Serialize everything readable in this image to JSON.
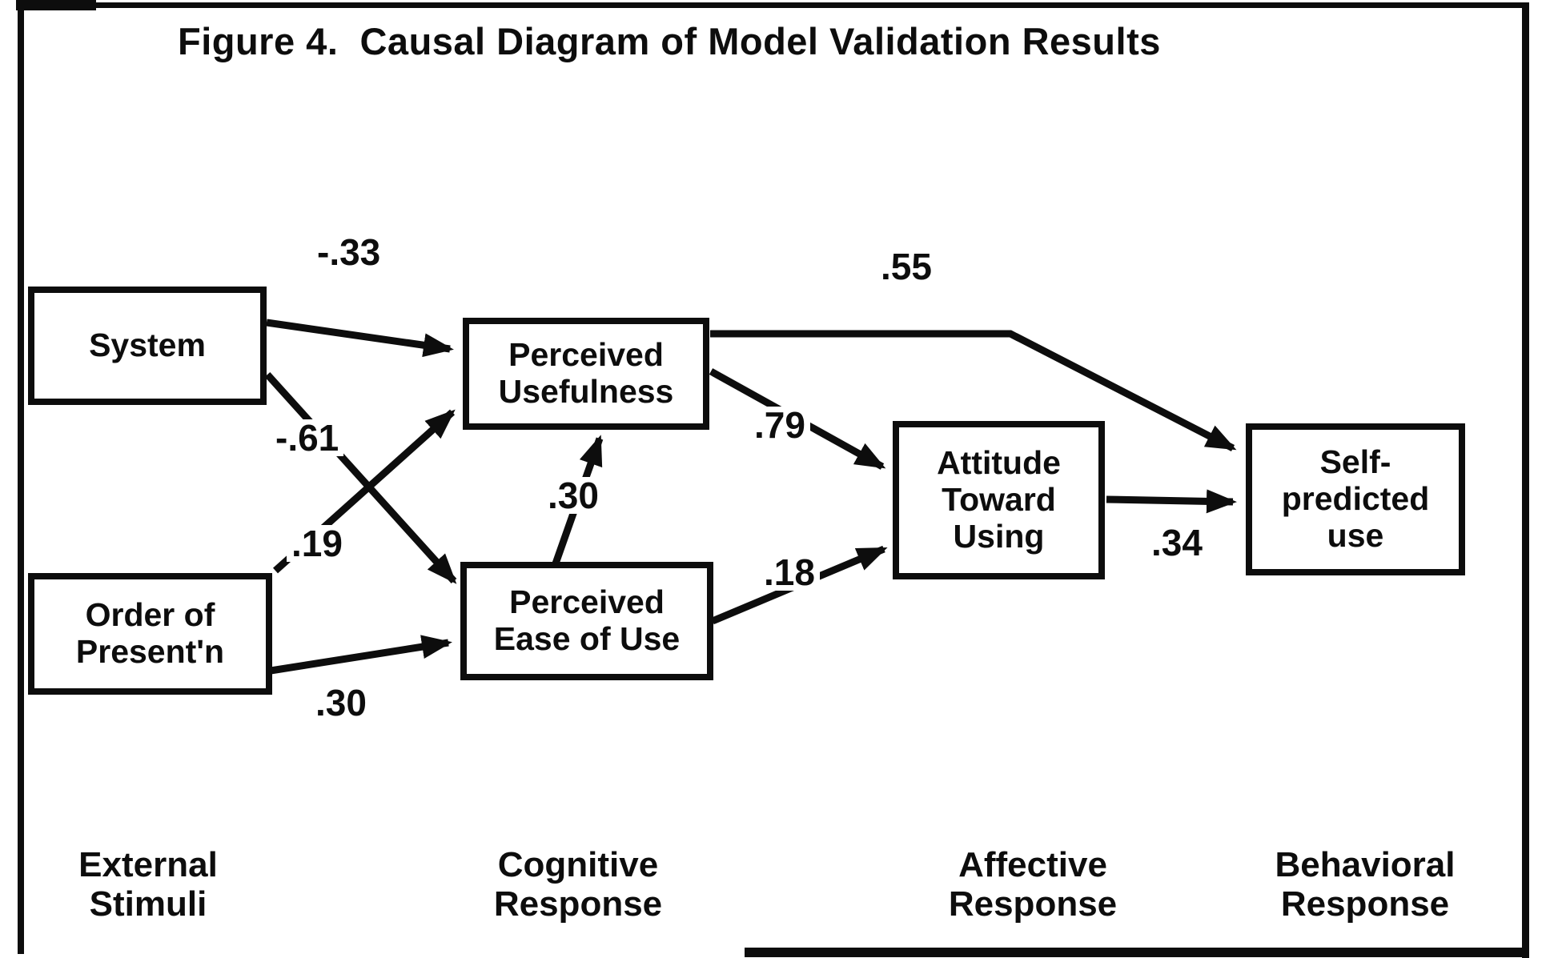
{
  "figure": {
    "title": "Figure 4.  Causal Diagram of Model Validation Results"
  },
  "nodes": {
    "system": {
      "label": "System"
    },
    "order": {
      "label": "Order of\nPresent'n"
    },
    "perceived_usefulness": {
      "label": "Perceived\nUsefulness"
    },
    "perceived_ease_of_use": {
      "label": "Perceived\nEase of Use"
    },
    "attitude_toward_using": {
      "label": "Attitude\nToward\nUsing"
    },
    "self_predicted_use": {
      "label": "Self-\npredicted\nuse"
    }
  },
  "edges": [
    {
      "from": "System",
      "to": "Perceived Usefulness",
      "value": "-.33"
    },
    {
      "from": "System",
      "to": "Perceived Ease of Use",
      "value": "-.61"
    },
    {
      "from": "Order of Present'n",
      "to": "Perceived Usefulness",
      "value": ".19"
    },
    {
      "from": "Order of Present'n",
      "to": "Perceived Ease of Use",
      "value": ".30"
    },
    {
      "from": "Perceived Ease of Use",
      "to": "Perceived Usefulness",
      "value": ".30"
    },
    {
      "from": "Perceived Usefulness",
      "to": "Attitude Toward Using",
      "value": ".79"
    },
    {
      "from": "Perceived Ease of Use",
      "to": "Attitude Toward Using",
      "value": ".18"
    },
    {
      "from": "Perceived Usefulness",
      "to": "Self-predicted use",
      "value": ".55"
    },
    {
      "from": "Attitude Toward Using",
      "to": "Self-predicted use",
      "value": ".34"
    }
  ],
  "stages": [
    {
      "label": "External\nStimuli"
    },
    {
      "label": "Cognitive\nResponse"
    },
    {
      "label": "Affective\nResponse"
    },
    {
      "label": "Behavioral\nResponse"
    }
  ],
  "colors": {
    "ink": "#0d0d0d",
    "paper": "#ffffff"
  }
}
